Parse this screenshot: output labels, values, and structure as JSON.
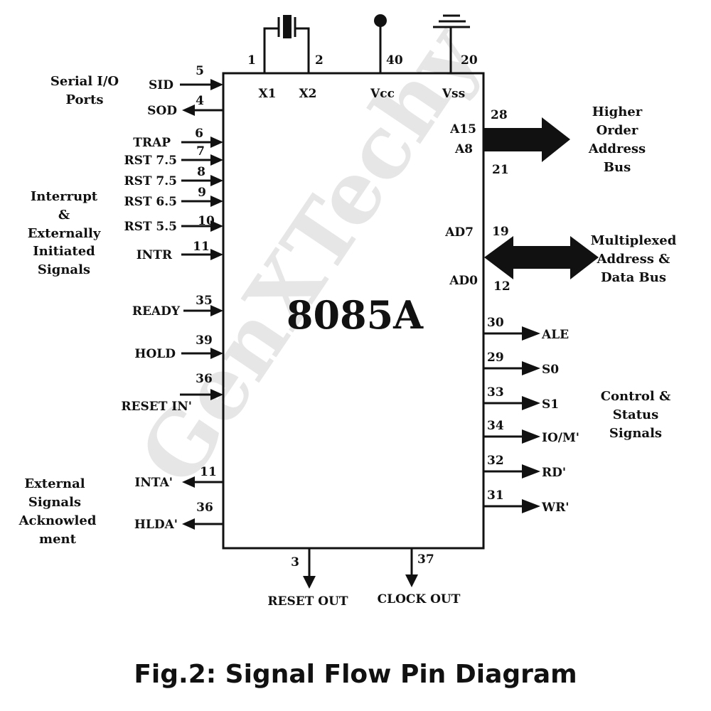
{
  "chip": {
    "name": "8085A"
  },
  "watermark": "GenXTechy",
  "title": "Fig.2: Signal Flow Pin Diagram",
  "colors": {
    "ink": "#111111",
    "watermark": "#e6e6e6",
    "background": "#ffffff"
  },
  "top_pins": [
    {
      "name": "X1",
      "pin": "1",
      "symbol": "crystal"
    },
    {
      "name": "X2",
      "pin": "2",
      "symbol": "crystal"
    },
    {
      "name": "Vcc",
      "pin": "40",
      "symbol": "power-supply"
    },
    {
      "name": "Vss",
      "pin": "20",
      "symbol": "ground"
    }
  ],
  "left_pins": [
    {
      "name": "SID",
      "pin": "5",
      "direction": "in"
    },
    {
      "name": "SOD",
      "pin": "4",
      "direction": "out"
    },
    {
      "name": "TRAP",
      "pin": "6",
      "direction": "in"
    },
    {
      "name": "RST 7.5",
      "pin": "7",
      "direction": "in"
    },
    {
      "name": "RST 7.5",
      "pin": "8",
      "direction": "in"
    },
    {
      "name": "RST 6.5",
      "pin": "9",
      "direction": "in"
    },
    {
      "name": "RST 5.5",
      "pin": "10",
      "direction": "in"
    },
    {
      "name": "INTR",
      "pin": "11",
      "direction": "in"
    },
    {
      "name": "READY",
      "pin": "35",
      "direction": "in"
    },
    {
      "name": "HOLD",
      "pin": "39",
      "direction": "in"
    },
    {
      "name": "RESET IN'",
      "pin": "36",
      "direction": "in"
    },
    {
      "name": "INTA'",
      "pin": "11",
      "direction": "out"
    },
    {
      "name": "HLDA'",
      "pin": "36",
      "direction": "out"
    }
  ],
  "right_pins": [
    {
      "name": "ALE",
      "pin": "30",
      "direction": "out"
    },
    {
      "name": "S0",
      "pin": "29",
      "direction": "out"
    },
    {
      "name": "S1",
      "pin": "33",
      "direction": "out"
    },
    {
      "name": "IO/M'",
      "pin": "34",
      "direction": "out"
    },
    {
      "name": "RD'",
      "pin": "32",
      "direction": "out"
    },
    {
      "name": "WR'",
      "pin": "31",
      "direction": "out"
    }
  ],
  "buses": [
    {
      "id": "higher-address",
      "pins_from": "A15",
      "pins_to": "A8",
      "pin_top": "28",
      "pin_bottom": "21",
      "direction": "out",
      "label": [
        "Higher",
        "Order",
        "Address",
        "Bus"
      ]
    },
    {
      "id": "multiplexed",
      "pins_from": "AD7",
      "pins_to": "AD0",
      "pin_top": "19",
      "pin_bottom": "12",
      "direction": "bidirectional",
      "label": [
        "Multiplexed",
        "Address &",
        "Data Bus"
      ]
    }
  ],
  "bottom_pins": [
    {
      "name": "RESET OUT",
      "pin": "3",
      "direction": "out"
    },
    {
      "name": "CLOCK OUT",
      "pin": "37",
      "direction": "out"
    }
  ],
  "groups": {
    "serial": [
      "Serial I/O",
      "Ports"
    ],
    "interrupt": [
      "Interrupt",
      "&",
      "Externally",
      "Initiated",
      "Signals"
    ],
    "ack": [
      "External",
      "Signals",
      "Acknowled",
      "ment"
    ],
    "control": [
      "Control &",
      "Status",
      "Signals"
    ]
  }
}
